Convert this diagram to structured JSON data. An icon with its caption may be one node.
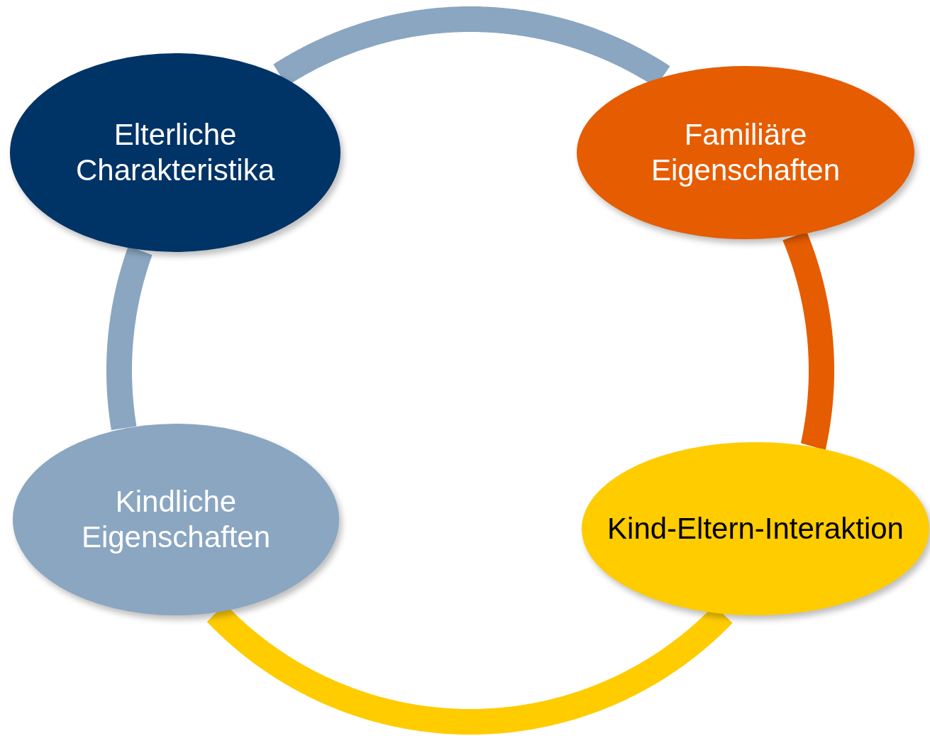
{
  "diagram": {
    "nodes": [
      {
        "text": [
          "Elterliche Charakteristika"
        ]
      },
      {
        "text": [
          "Familiäre Eigenschaften"
        ]
      },
      {
        "text": [
          "Kindliche Eigenschaften"
        ]
      },
      {
        "text": [
          "Kind-Eltern-Interaktion"
        ]
      }
    ],
    "edges": [
      {
        "from": 0,
        "to": 1,
        "arrow": "none"
      },
      {
        "from": 1,
        "to": 3,
        "arrow": "none",
        "color": "#e65c00"
      },
      {
        "from": 3,
        "to": 2,
        "arrow": "none",
        "color": "#ffcc00"
      },
      {
        "from": 2,
        "to": 0,
        "arrow": "none"
      }
    ]
  }
}
